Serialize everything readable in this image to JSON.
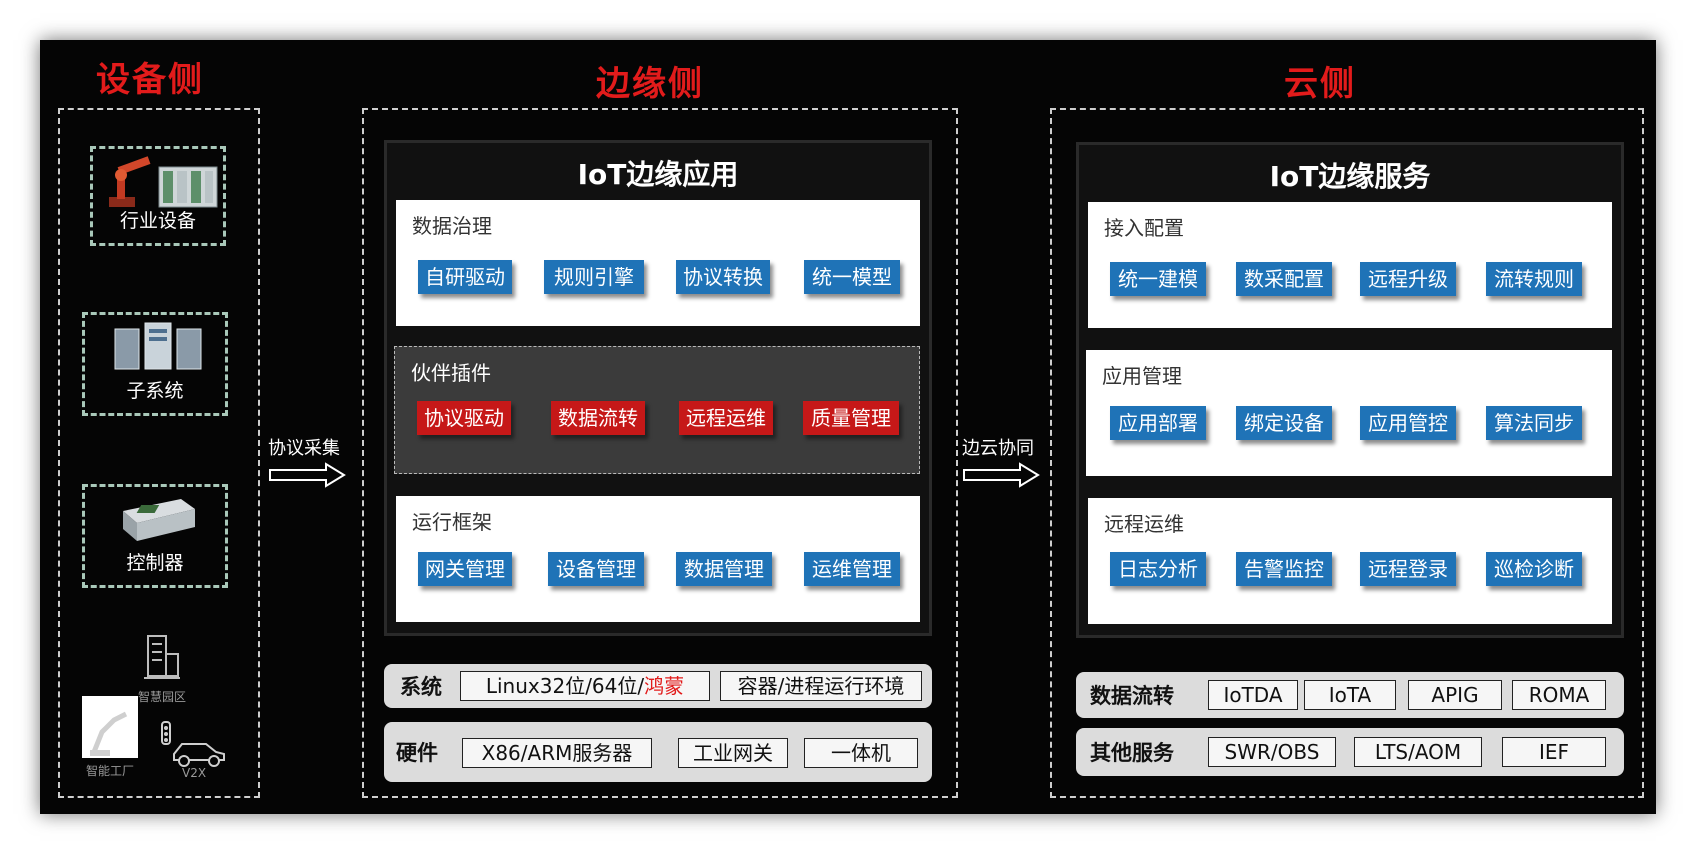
{
  "columns": {
    "device": "设备侧",
    "edge": "边缘侧",
    "cloud": "云侧"
  },
  "device_side": {
    "items": [
      "行业设备",
      "子系统",
      "控制器"
    ],
    "scenarios": [
      "智慧园区",
      "智能工厂",
      "V2X"
    ]
  },
  "arrows": {
    "collect": "协议采集",
    "sync": "边云协同"
  },
  "edge_side": {
    "title": "IoT边缘应用",
    "groups": [
      {
        "label": "数据治理",
        "items": [
          "自研驱动",
          "规则引擎",
          "协议转换",
          "统一模型"
        ]
      },
      {
        "label": "伙伴插件",
        "items": [
          "协议驱动",
          "数据流转",
          "远程运维",
          "质量管理"
        ]
      },
      {
        "label": "运行框架",
        "items": [
          "网关管理",
          "设备管理",
          "数据管理",
          "运维管理"
        ]
      }
    ],
    "system": {
      "label": "系统",
      "linux_prefix": "Linux32位/64位/",
      "linux_highlight": "鸿蒙",
      "container": "容器/进程运行环境"
    },
    "hardware": {
      "label": "硬件",
      "items": [
        "X86/ARM服务器",
        "工业网关",
        "一体机"
      ]
    }
  },
  "cloud_side": {
    "title": "IoT边缘服务",
    "groups": [
      {
        "label": "接入配置",
        "items": [
          "统一建模",
          "数采配置",
          "远程升级",
          "流转规则"
        ]
      },
      {
        "label": "应用管理",
        "items": [
          "应用部署",
          "绑定设备",
          "应用管控",
          "算法同步"
        ]
      },
      {
        "label": "远程运维",
        "items": [
          "日志分析",
          "告警监控",
          "远程登录",
          "巡检诊断"
        ]
      }
    ],
    "data_flow": {
      "label": "数据流转",
      "items": [
        "IoTDA",
        "IoTA",
        "APIG",
        "ROMA"
      ]
    },
    "other": {
      "label": "其他服务",
      "items": [
        "SWR/OBS",
        "LTS/AOM",
        "IEF"
      ]
    }
  },
  "colors": {
    "accent_red": "#e21b1b",
    "chip_blue": "#1f73b7",
    "chip_red": "#c61818"
  }
}
